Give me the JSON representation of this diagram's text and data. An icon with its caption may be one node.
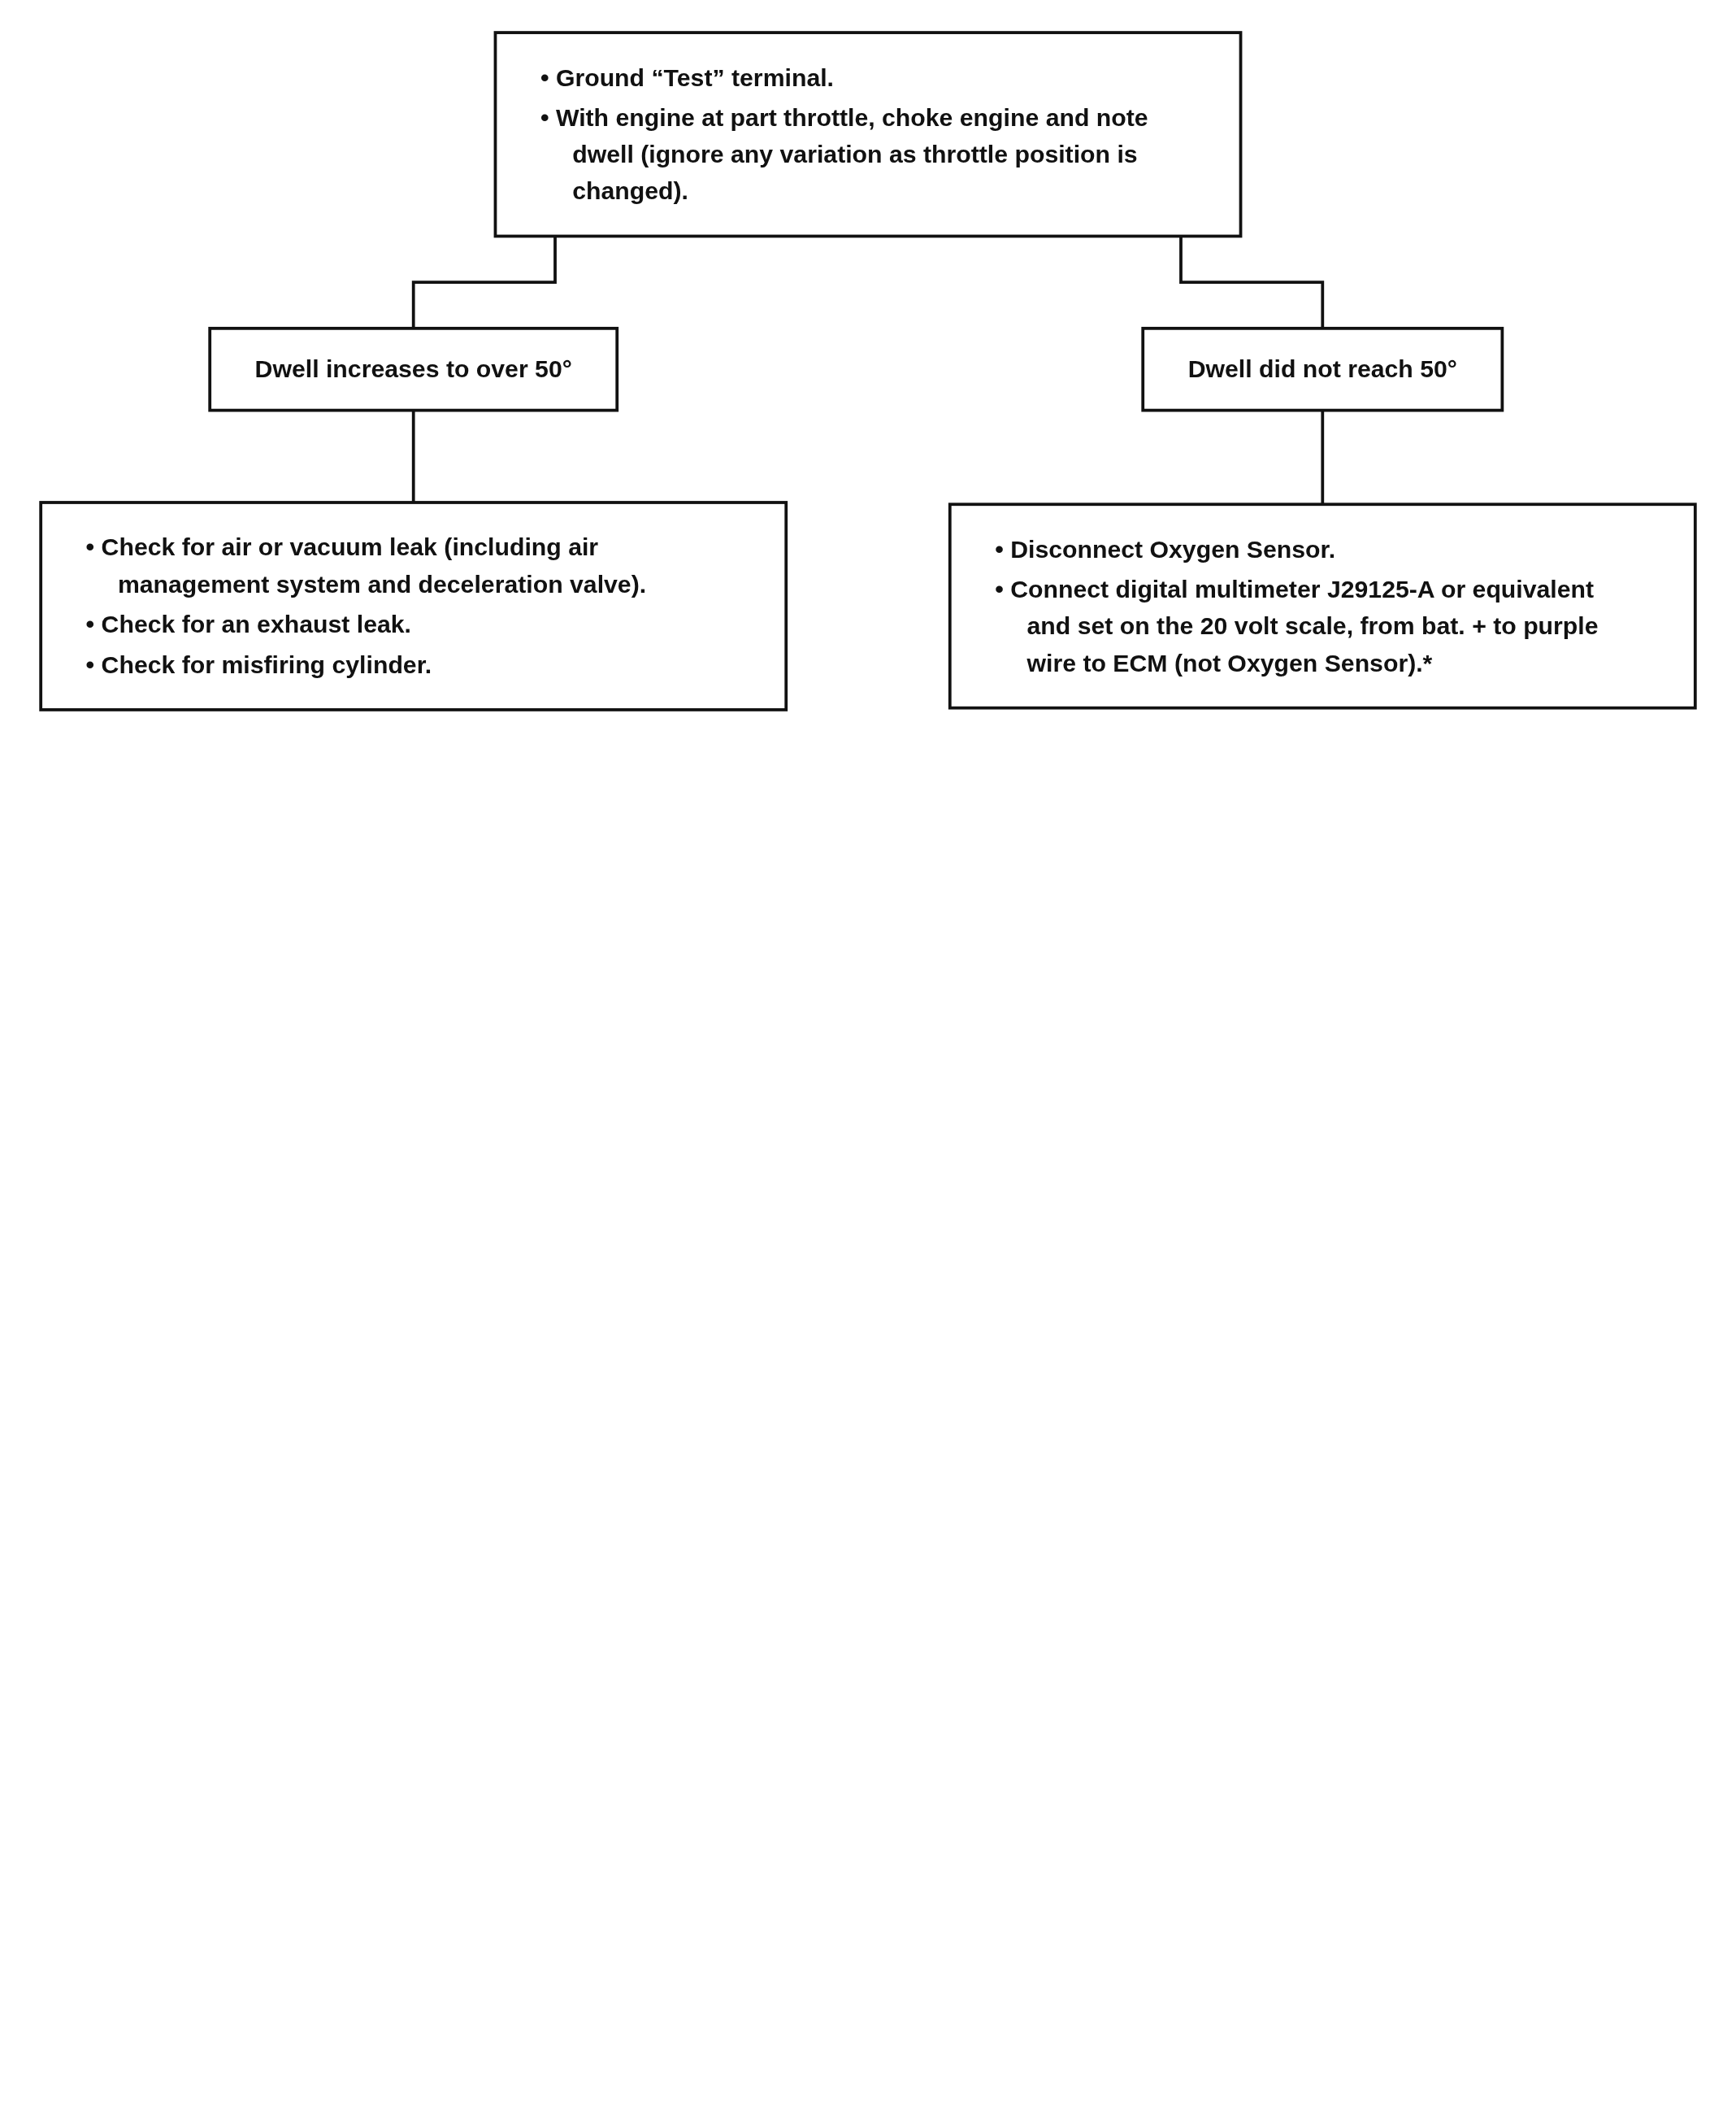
{
  "diagram": {
    "nodes": [
      {
        "text": [
          "• Ground “Test” terminal.",
          "• With engine at part throttle, choke engine and note dwell (ignore any variation as throttle position is changed)."
        ]
      },
      {
        "text": [
          "Dwell increases to over 50°"
        ]
      },
      {
        "text": [
          "Dwell did not reach 50°"
        ]
      },
      {
        "text": [
          "• Check for air or vacuum leak (including air management system and deceleration valve).",
          "• Check for an exhaust leak.",
          "• Check for misfiring cylinder."
        ]
      },
      {
        "text": [
          "• Disconnect Oxygen Sensor.",
          "• Connect digital multimeter J29125-A or equivalent and set on the 20 volt scale, from bat. + to purple wire to ECM (not Oxygen Sensor).*"
        ]
      }
    ],
    "edges": [
      {
        "from": 0,
        "to": 1,
        "arrow": "none"
      },
      {
        "from": 0,
        "to": 2,
        "arrow": "none"
      },
      {
        "from": 1,
        "to": 3,
        "arrow": "none"
      },
      {
        "from": 2,
        "to": 4,
        "arrow": "none"
      }
    ]
  }
}
